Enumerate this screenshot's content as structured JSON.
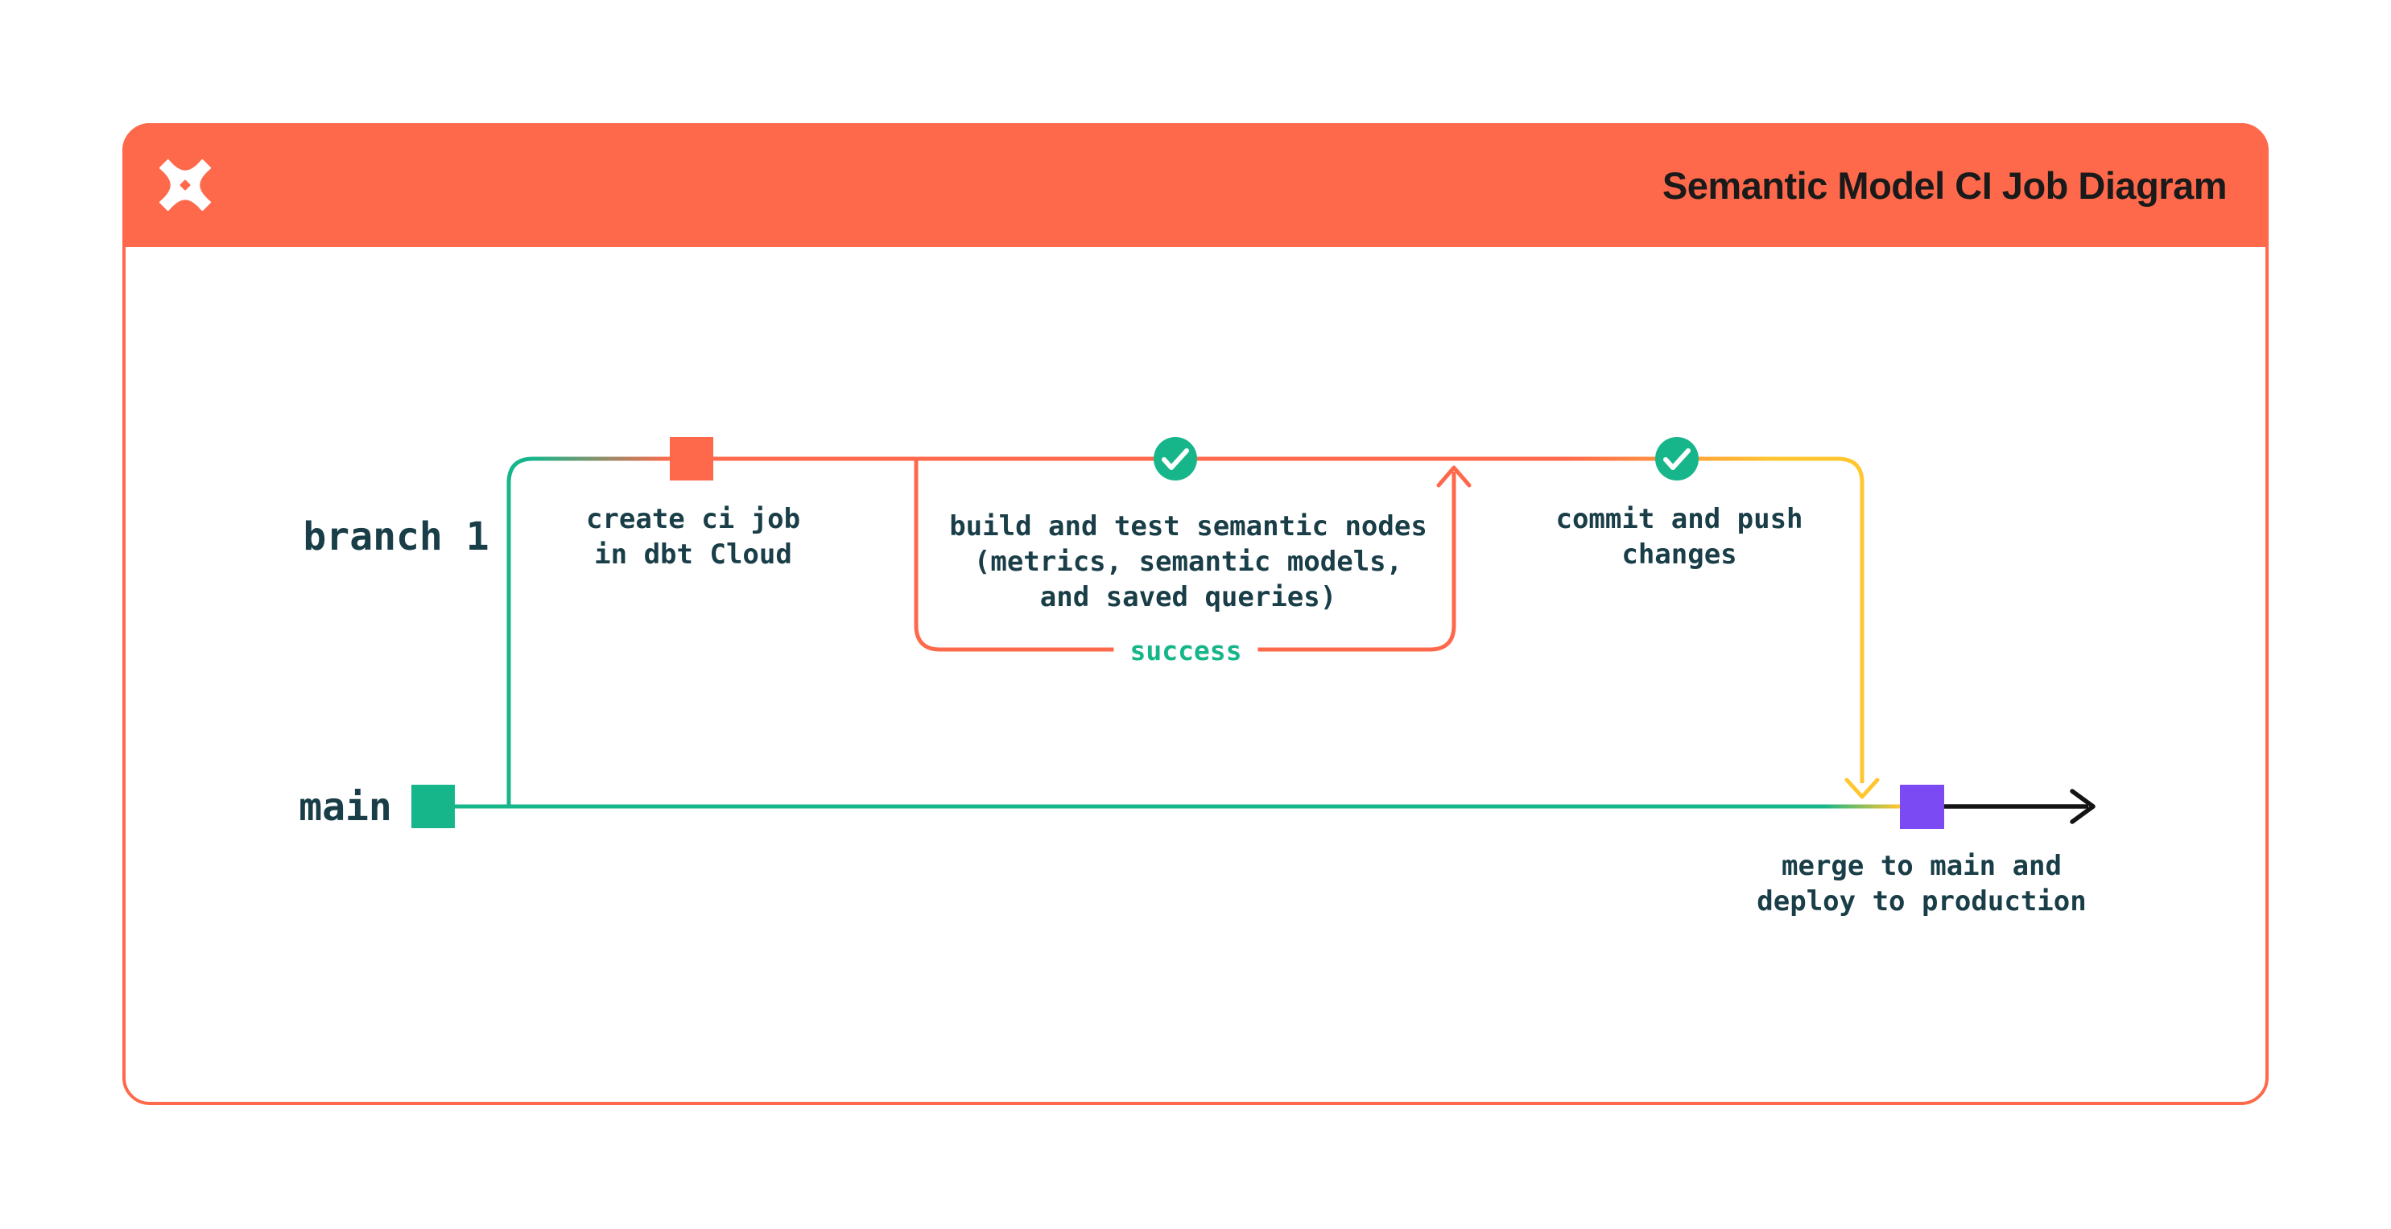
{
  "header": {
    "title": "Semantic Model CI Job Diagram",
    "logo": "dbt-logo"
  },
  "branches": {
    "branch1_label": "branch 1",
    "main_label": "main"
  },
  "steps": [
    {
      "id": "create-ci-job",
      "marker": "orange-commit-square",
      "label": "create ci job\nin dbt Cloud"
    },
    {
      "id": "build-and-test",
      "marker": "check-circle",
      "label": "build and test semantic nodes\n(metrics, semantic models,\nand saved queries)"
    },
    {
      "id": "commit-and-push",
      "marker": "check-circle",
      "label": "commit and push\nchanges"
    },
    {
      "id": "merge-deploy",
      "marker": "purple-merge-square",
      "label": "merge to main and\ndeploy to production"
    }
  ],
  "loop": {
    "label": "success"
  },
  "colors": {
    "orange": "#FF694B",
    "green": "#17B68A",
    "yellow": "#FFC62F",
    "purple": "#7C4AF3",
    "ink": "#1A3E48",
    "title": "#1A1A1A",
    "black": "#141414",
    "card-bg": "#FFFFFF",
    "page-bg": "#FFFFFF"
  }
}
